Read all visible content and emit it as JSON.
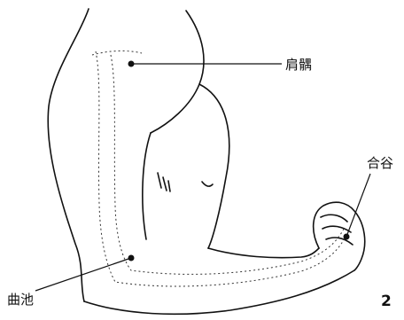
{
  "figure": {
    "number": "2",
    "points": [
      {
        "id": "jianyu",
        "label": "肩髃"
      },
      {
        "id": "hegu",
        "label": "合谷"
      },
      {
        "id": "quchi",
        "label": "曲池"
      }
    ]
  },
  "colors": {
    "ink": "#111111",
    "background": "#ffffff"
  }
}
